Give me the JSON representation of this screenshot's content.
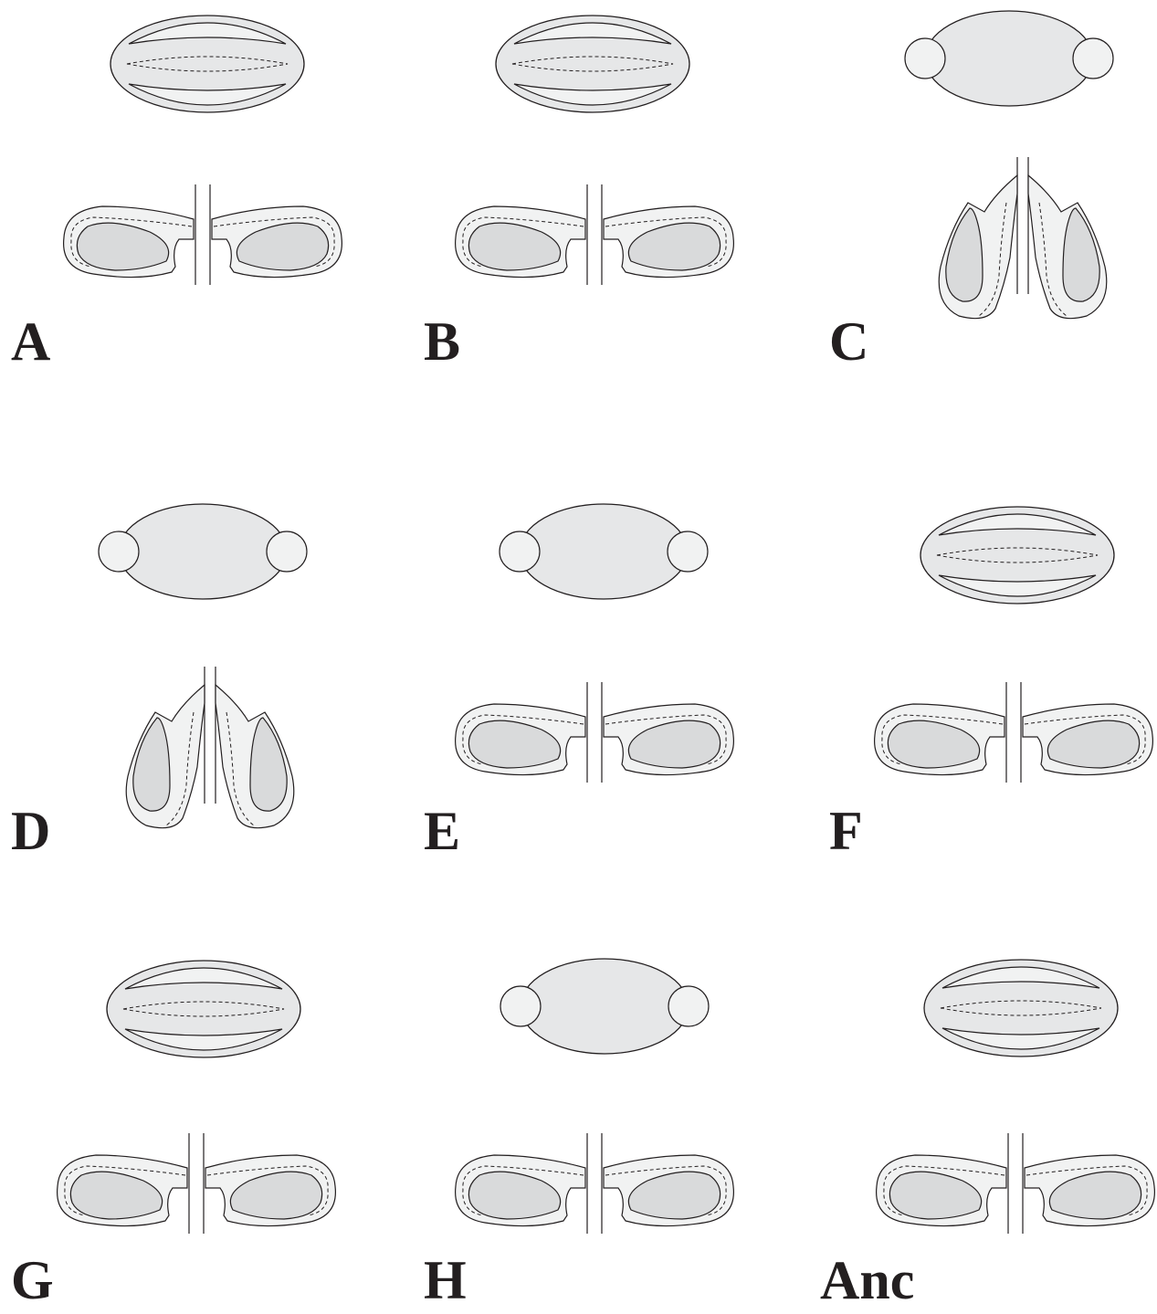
{
  "figure": {
    "panels": [
      {
        "label": "A",
        "top_view": "type-1",
        "side_view": "type-1"
      },
      {
        "label": "B",
        "top_view": "type-1",
        "side_view": "type-1"
      },
      {
        "label": "C",
        "top_view": "type-2",
        "side_view": "type-2"
      },
      {
        "label": "D",
        "top_view": "type-2",
        "side_view": "type-2"
      },
      {
        "label": "E",
        "top_view": "type-2",
        "side_view": "type-1"
      },
      {
        "label": "F",
        "top_view": "type-1",
        "side_view": "type-1"
      },
      {
        "label": "G",
        "top_view": "type-1",
        "side_view": "type-1"
      },
      {
        "label": "H",
        "top_view": "type-2",
        "side_view": "type-1"
      },
      {
        "label": "Anc",
        "top_view": "type-1",
        "side_view": "type-1"
      }
    ],
    "colors": {
      "stroke": "#231f20",
      "body_fill": "#e6e7e8",
      "sac_fill": "#d9dadb",
      "pale_fill": "#f1f2f2",
      "background": "#ffffff"
    }
  }
}
